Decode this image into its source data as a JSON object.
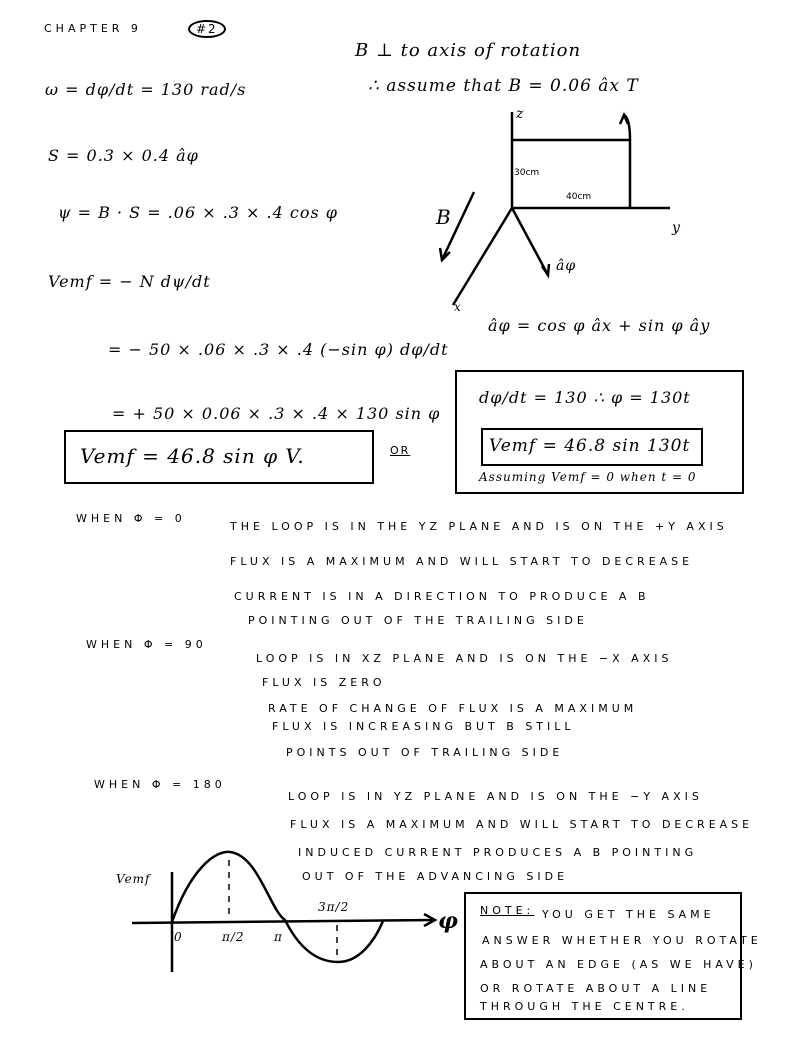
{
  "header": {
    "chapter": "CHAPTER 9",
    "problem": "#2"
  },
  "given": {
    "line1": "B ⊥ to axis of rotation",
    "line2": "∴ assume that B = 0.06 âx T"
  },
  "equations": [
    "ω = dφ/dt = 130 rad/s",
    "S = 0.3 × 0.4 âφ",
    "ψ = B · S = .06 × .3 × .4 cos φ",
    "Vemf = − N dψ/dt",
    "= − 50 × .06 × .3 × .4 (−sin φ) dφ/dt",
    "= + 50 × 0.06 × .3 × .4 × 130 sin φ"
  ],
  "result_box": {
    "text": "Vemf = 46.8 sin φ V.",
    "or_label": "OR"
  },
  "alt_box": {
    "line1": "dφ/dt = 130   ∴ φ = 130t",
    "line2": "Vemf = 46.8 sin 130t",
    "line3": "Assuming Vemf = 0 when t = 0"
  },
  "diagram": {
    "z_label": "z",
    "y_label": "y",
    "x_label": "x",
    "b_label": "B",
    "aphi_label": "âφ",
    "dim_30": "30cm",
    "dim_40": "40cm",
    "aphi_eq": "âφ = cos φ âx + sin φ ây"
  },
  "cases": [
    {
      "label": "WHEN φ = 0",
      "lines": [
        "The loop is in the YZ plane and is on the +Y axis",
        "Flux is a maximum and will start to decrease",
        "Current is in a direction to produce a B",
        "pointing out of the trailing side"
      ]
    },
    {
      "label": "WHEN φ = 90",
      "lines": [
        "Loop is in XZ plane and is on the −X axis",
        "Flux is zero",
        "Rate of change of flux is a maximum",
        "Flux is increasing but B still",
        "points out of trailing side"
      ]
    },
    {
      "label": "WHEN φ = 180",
      "lines": [
        "Loop is in YZ plane and is on the −Y axis",
        "Flux is a maximum and will start to decrease",
        "Induced current produces a B pointing",
        "out of the advancing side"
      ]
    }
  ],
  "graph": {
    "ylabel": "Vemf",
    "xlabel": "φ",
    "ticks": [
      "0",
      "π/2",
      "π",
      "3π/2"
    ]
  },
  "note": {
    "title": "NOTE:",
    "lines": [
      "You get the same",
      "answer whether you rotate",
      "about an edge (as we have)",
      "or rotate about a line",
      "through the centre."
    ]
  }
}
